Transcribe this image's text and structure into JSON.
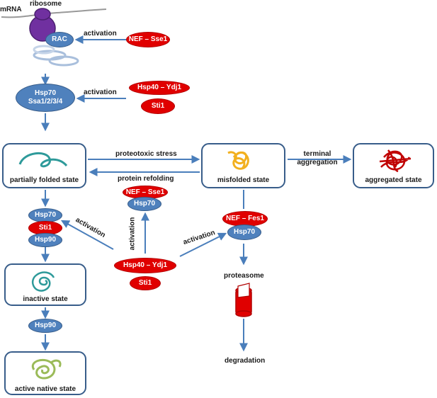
{
  "ribosome": {
    "mrna_label": "mRNA",
    "ribosome_label": "ribosome",
    "rac_label": "RAC"
  },
  "factors": {
    "nef_sse1_top": "NEF – Sse1",
    "hsp40_ydj1_top": "Hsp40 – Ydj1",
    "sti1_top": "Sti1",
    "hsp70_ssa": "Hsp70\nSsa1/2/3/4",
    "hsp70_left": "Hsp70",
    "sti1_left": "Sti1",
    "hsp90_left": "Hsp90",
    "hsp90_lower": "Hsp90",
    "nef_sse1_mid": "NEF – Sse1",
    "hsp70_mid": "Hsp70",
    "hsp40_ydj1_mid": "Hsp40 – Ydj1",
    "sti1_mid": "Sti1",
    "nef_fes1": "NEF – Fes1",
    "hsp70_right": "Hsp70"
  },
  "states": {
    "partially_folded": "partially folded state",
    "misfolded": "misfolded state",
    "aggregated": "aggregated state",
    "inactive": "inactive state",
    "active_native": "active native state"
  },
  "edges": {
    "activation_1": "activation",
    "activation_2": "activation",
    "proteotoxic_stress": "proteotoxic stress",
    "protein_refolding": "protein refolding",
    "terminal_aggregation": "terminal\naggregation",
    "activation_left": "activation",
    "activation_up": "activation",
    "activation_right": "activation"
  },
  "degradation": {
    "proteasome_label": "proteasome",
    "degradation_label": "degradation"
  },
  "colors": {
    "chaperone_blue": "#4f81bd",
    "cofactor_red": "#e00000",
    "arrow": "#4a7ebb",
    "ribosome_purple": "#7030a0",
    "box_border": "#385d8a"
  }
}
